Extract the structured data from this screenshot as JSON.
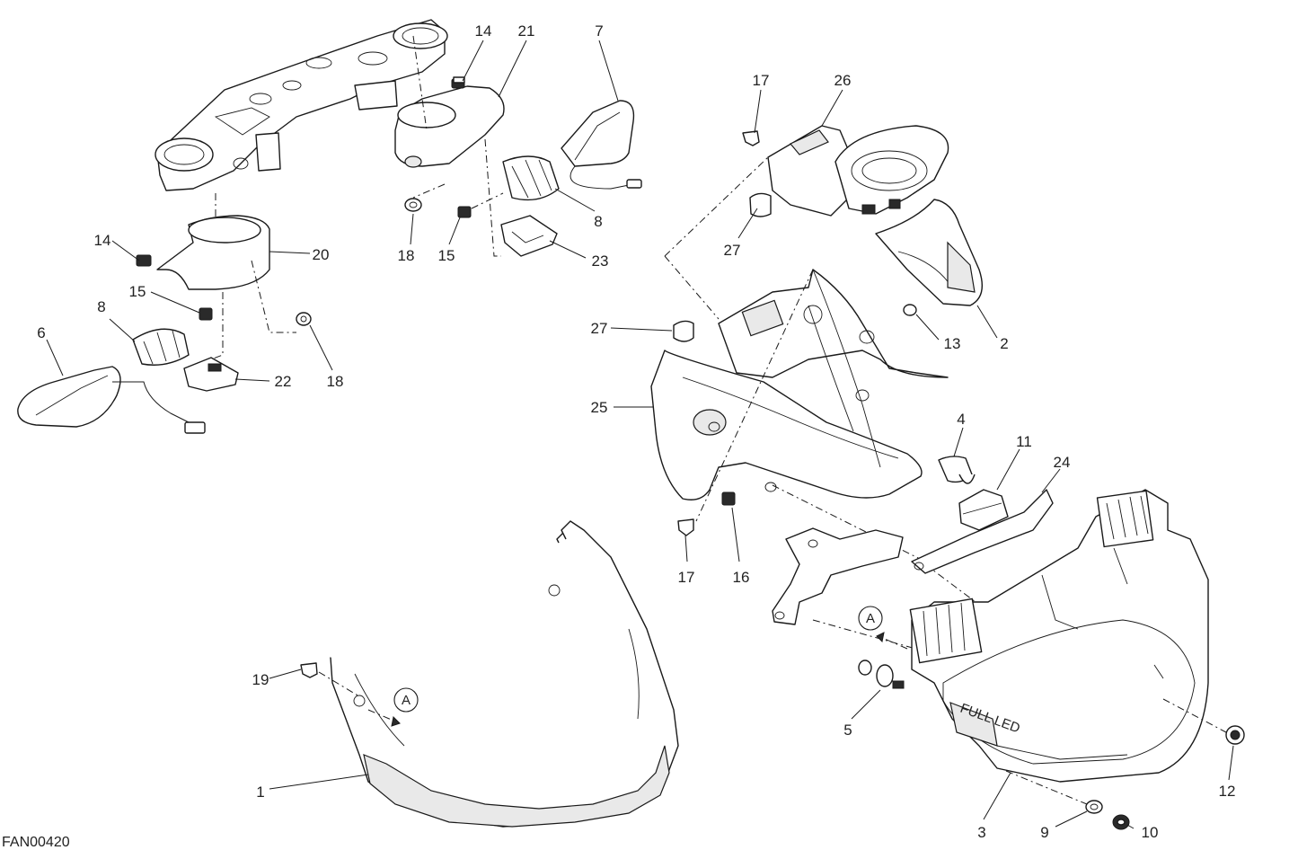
{
  "drawing_code": "FAN00420",
  "reference_marker": "A",
  "callouts": {
    "c1": "1",
    "c2": "2",
    "c3": "3",
    "c4": "4",
    "c5": "5",
    "c6": "6",
    "c7": "7",
    "c8a": "8",
    "c8b": "8",
    "c9": "9",
    "c10": "10",
    "c11": "11",
    "c12": "12",
    "c13": "13",
    "c14a": "14",
    "c14b": "14",
    "c15a": "15",
    "c15b": "15",
    "c16": "16",
    "c17a": "17",
    "c17b": "17",
    "c18a": "18",
    "c18b": "18",
    "c19": "19",
    "c20": "20",
    "c21": "21",
    "c22": "22",
    "c23": "23",
    "c24": "24",
    "c25": "25",
    "c26": "26",
    "c27a": "27",
    "c27b": "27"
  }
}
